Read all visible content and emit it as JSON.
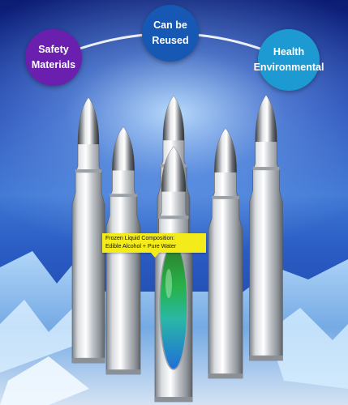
{
  "badges": {
    "safety": {
      "line1": "Safety",
      "line2": "Materials",
      "color": "#6a1fae"
    },
    "reuse": {
      "line1": "Can be",
      "line2": "Reused",
      "color": "#1658b4"
    },
    "health": {
      "line1": "Health",
      "line2": "Environmental",
      "color": "#1d9ad2"
    }
  },
  "callout": {
    "line1": "Frozen Liquid Composition:",
    "line2": "Edible Alcohol + Pure Water",
    "color": "#f4ec1a"
  },
  "product": {
    "description_icon": "stainless-steel-bullet-icon",
    "count": 6
  }
}
